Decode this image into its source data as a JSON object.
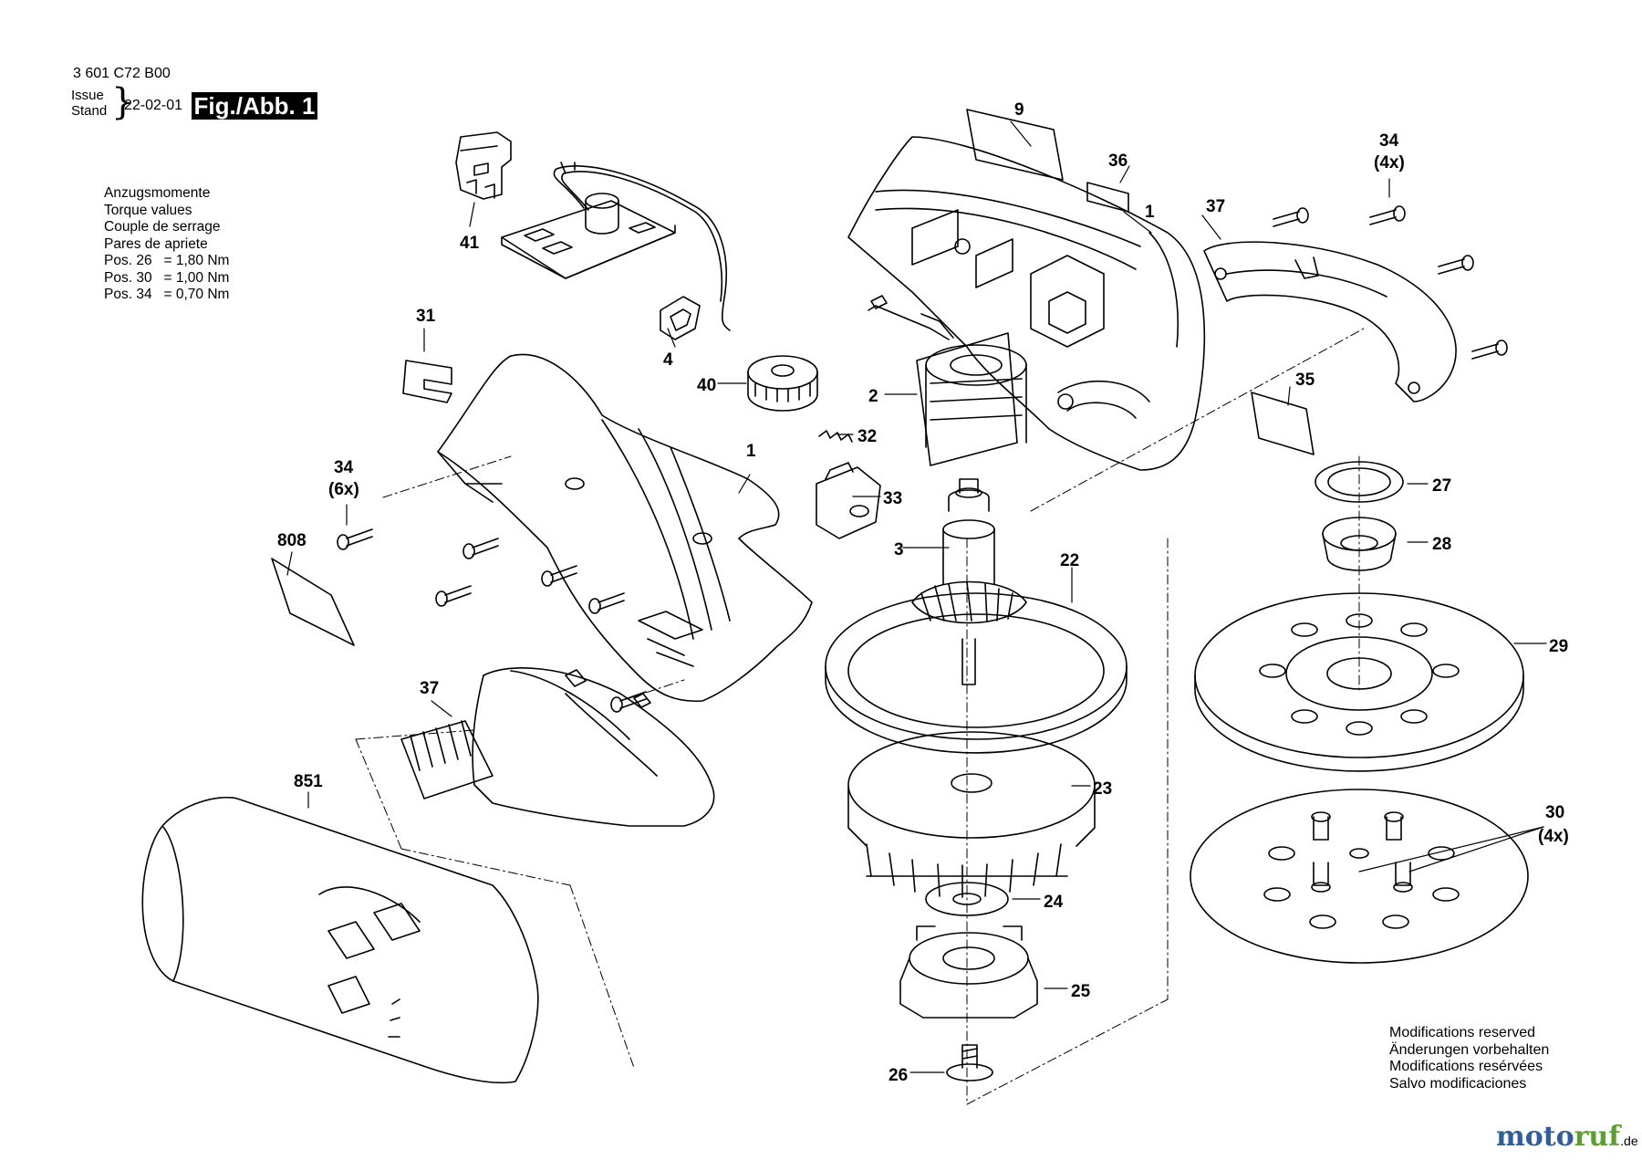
{
  "header": {
    "part_number": "3 601 C72 B00",
    "issue_label": "Issue",
    "stand_label": "Stand",
    "date": "22-02-01",
    "figure_label": "Fig./Abb. 1"
  },
  "torque": {
    "lines": [
      "Anzugsmomente",
      "Torque values",
      "Couple de serrage",
      "Pares de apriete"
    ],
    "specs": [
      "Pos. 26   = 1,80 Nm",
      "Pos. 30   = 1,00 Nm",
      "Pos. 34   = 0,70 Nm"
    ]
  },
  "modifications": [
    "Modifications reserved",
    "Änderungen vorbehalten",
    "Modifications resérvées",
    "Salvo modificaciones"
  ],
  "watermark": {
    "main": "motoruf",
    "suffix": ".de",
    "color_a": "#2f5f9a",
    "color_b": "#5aa02c"
  },
  "callouts": {
    "p1a": "1",
    "p1b": "1",
    "p2": "2",
    "p3": "3",
    "p4": "4",
    "p9": "9",
    "p22": "22",
    "p23": "23",
    "p24": "24",
    "p25": "25",
    "p26": "26",
    "p27": "27",
    "p28": "28",
    "p29": "29",
    "p30": "30",
    "p30q": "(4x)",
    "p31": "31",
    "p32": "32",
    "p33": "33",
    "p34a": "34",
    "p34aq": "(4x)",
    "p34b": "34",
    "p34bq": "(6x)",
    "p35": "35",
    "p36": "36",
    "p37a": "37",
    "p37b": "37",
    "p40": "40",
    "p41": "41",
    "p808": "808",
    "p851": "851"
  }
}
